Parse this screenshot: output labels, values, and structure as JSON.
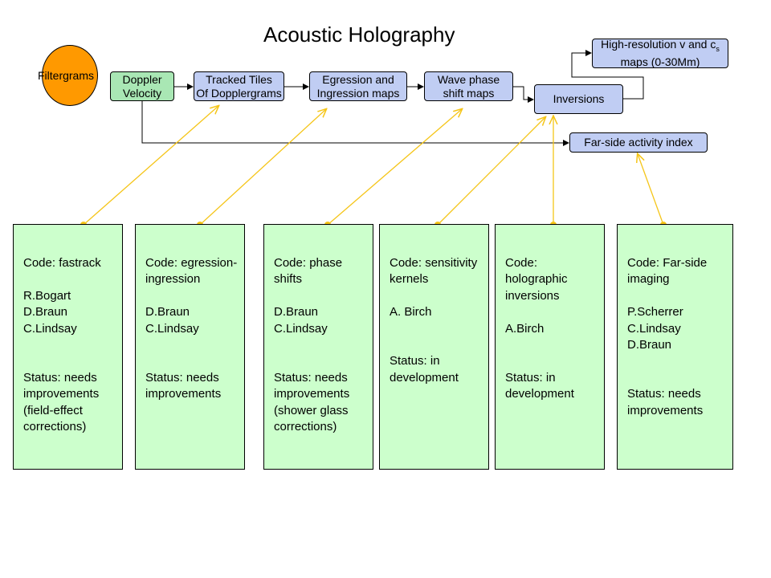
{
  "title": "Acoustic Holography",
  "nodes": {
    "filtergrams": "Filtergrams",
    "doppler": "Doppler\nVelocity",
    "tracked": "Tracked Tiles\nOf Dopplergrams",
    "egression": "Egression and\nIngression maps",
    "wavephase": "Wave phase\nshift maps",
    "inversions": "Inversions",
    "highres_main": "High-resolution v and c",
    "highres_sub": "s",
    "highres_line2": "maps (0-30Mm)",
    "farside": "Far-side activity index"
  },
  "cards": [
    {
      "code": "Code: fastrack",
      "people": "R.Bogart\nD.Braun\nC.Lindsay",
      "status": "Status: needs improvements (field-effect corrections)"
    },
    {
      "code": "Code: egression-ingression",
      "people": "D.Braun\nC.Lindsay",
      "status": "Status: needs improvements"
    },
    {
      "code": "Code: phase shifts",
      "people": "D.Braun\nC.Lindsay",
      "status": "Status: needs improvements (shower glass corrections)"
    },
    {
      "code": "Code: sensitivity kernels",
      "people": "A. Birch",
      "status": "Status: in development"
    },
    {
      "code": "Code: holographic inversions",
      "people": "A.Birch",
      "status": "Status: in development"
    },
    {
      "code": "Code: Far-side imaging",
      "people": "P.Scherrer\nC.Lindsay\nD.Braun",
      "status": "Status: needs improvements"
    }
  ],
  "colors": {
    "pipeline_box": "#c0cdf3",
    "doppler_box": "#a9e7b4",
    "code_card": "#ccffcc",
    "source_circle": "#ff9900",
    "link_arrow": "#f5c518"
  }
}
